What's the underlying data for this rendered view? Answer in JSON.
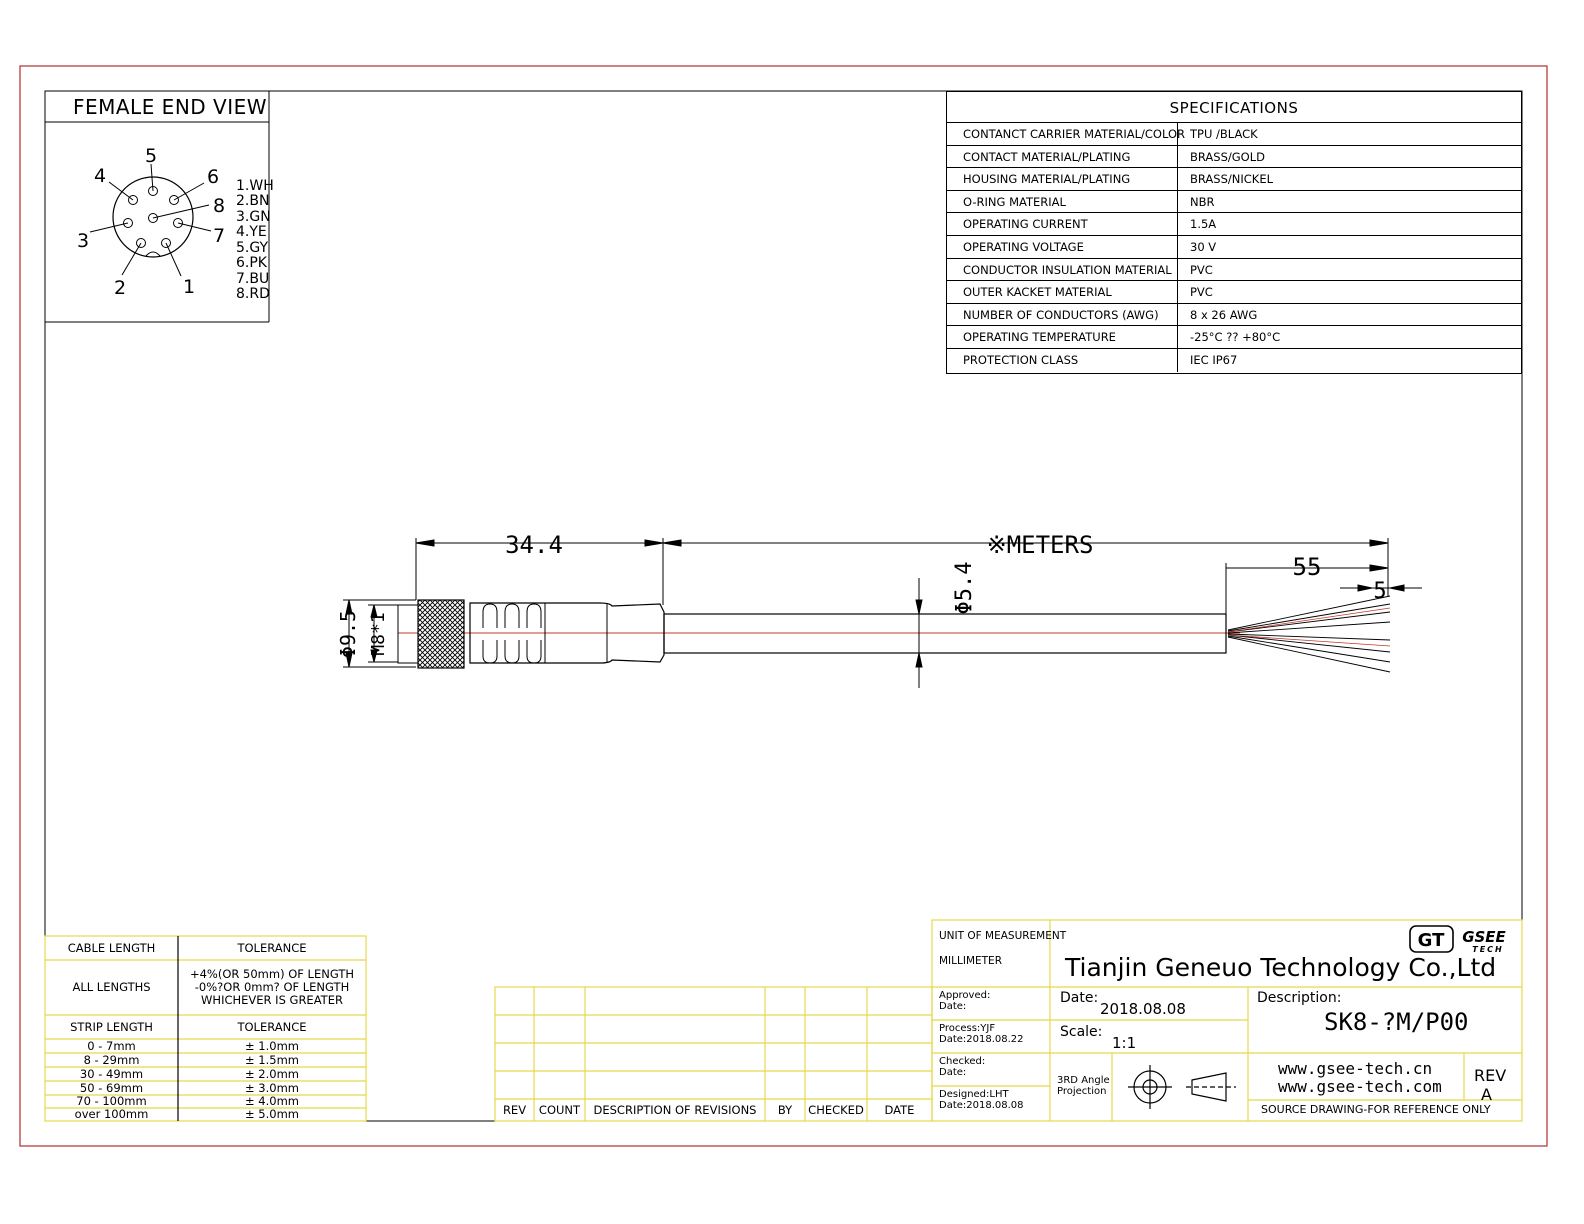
{
  "colors": {
    "border": "#b03030",
    "title_block": "#e6d84a",
    "wire": "#c0392b"
  },
  "end_view": {
    "title": "FEMALE END VIEW",
    "pin_labels": [
      "1",
      "2",
      "3",
      "4",
      "5",
      "6",
      "7",
      "8"
    ],
    "wire_colors": [
      "1.WH",
      "2.BN",
      "3.GN",
      "4.YE",
      "5.GY",
      "6.PK",
      "7.BU",
      "8.RD"
    ]
  },
  "specifications": {
    "title": "SPECIFICATIONS",
    "rows": [
      {
        "key": "CONTANCT CARRIER MATERIAL/COLOR",
        "value": "TPU /BLACK"
      },
      {
        "key": "CONTACT  MATERIAL/PLATING",
        "value": "BRASS/GOLD"
      },
      {
        "key": "HOUSING MATERIAL/PLATING",
        "value": "BRASS/NICKEL"
      },
      {
        "key": "O-RING MATERIAL",
        "value": "NBR"
      },
      {
        "key": "OPERATING CURRENT",
        "value": "1.5A"
      },
      {
        "key": "OPERATING VOLTAGE",
        "value": "30 V"
      },
      {
        "key": "CONDUCTOR INSULATION MATERIAL",
        "value": "PVC"
      },
      {
        "key": "OUTER KACKET MATERIAL",
        "value": "PVC"
      },
      {
        "key": "NUMBER OF CONDUCTORS (AWG)",
        "value": "8 x 26 AWG"
      },
      {
        "key": "OPERATING TEMPERATURE",
        "value": "-25°C ?? +80°C"
      },
      {
        "key": "PROTECTION CLASS",
        "value": "IEC  IP67"
      }
    ]
  },
  "dimensions": {
    "length_connector": "34.4",
    "length_cable": "※METERS",
    "strip_length": "55",
    "strip_end": "5",
    "cable_dia": "Φ5.4",
    "nut_dia": "Φ9.5",
    "thread": "M8*1"
  },
  "tolerance": {
    "cable_length_header": "CABLE LENGTH",
    "tolerance_header": "TOLERANCE",
    "all_lengths": "ALL LENGTHS",
    "all_lengths_tol": [
      "+4%(OR 50mm) OF LENGTH",
      "-0%?OR 0mm? OF LENGTH",
      "WHICHEVER  IS  GREATER"
    ],
    "strip_length_header": "STRIP LENGTH",
    "strip_tol_header": "TOLERANCE",
    "strip_rows": [
      {
        "range": "0 - 7mm",
        "tol": "± 1.0mm"
      },
      {
        "range": "8 - 29mm",
        "tol": "± 1.5mm"
      },
      {
        "range": "30 - 49mm",
        "tol": "± 2.0mm"
      },
      {
        "range": "50 - 69mm",
        "tol": "± 3.0mm"
      },
      {
        "range": "70 - 100mm",
        "tol": "± 4.0mm"
      },
      {
        "range": "over 100mm",
        "tol": "± 5.0mm"
      }
    ]
  },
  "revisions": {
    "headers": [
      "REV",
      "COUNT",
      "DESCRIPTION  OF  REVISIONS",
      "BY",
      "CHECKED",
      "DATE"
    ]
  },
  "title_block": {
    "unit_label": "UNIT OF MEASUREMENT",
    "unit_value": "MILLIMETER",
    "logo_mark": "GT",
    "logo_name": "GSEE",
    "logo_sub": "TECH",
    "company": "Tianjin Geneuo Technology Co.,Ltd",
    "approved": "Approved:",
    "approved_date": "Date:",
    "date_label": "Date:",
    "date_value": "2018.08.08",
    "description_label": "Description:",
    "description_value": "SK8-?M/P00",
    "process": "Process:YJF",
    "process_date": "Date:2018.08.22",
    "scale_label": "Scale:",
    "scale_value": "1:1",
    "checked": "Checked:",
    "checked_date": "Date:",
    "projection_1": "3RD Angle",
    "projection_2": "Projection",
    "web_1": "www.gsee-tech.cn",
    "web_2": "www.gsee-tech.com",
    "rev_label": "REV",
    "rev_value": "A",
    "designed": "Designed:LHT",
    "designed_date": "Date:2018.08.08",
    "source_note": "SOURCE DRAWING-FOR REFERENCE ONLY"
  }
}
